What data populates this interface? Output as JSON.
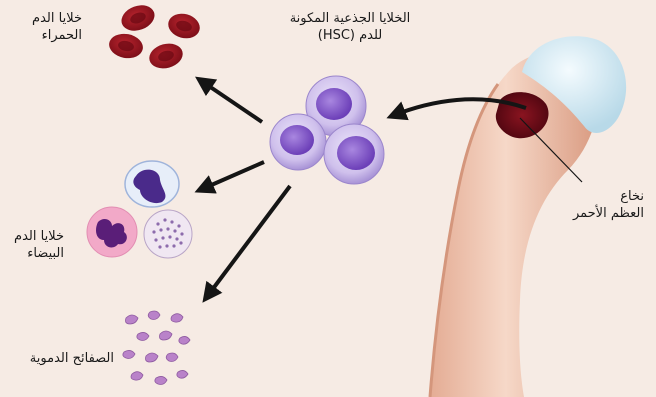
{
  "labels": {
    "hsc": {
      "line1": "الخلايا الجذعية المكونة",
      "line2": "للدم (HSC)"
    },
    "red_blood_cells": {
      "line1": "خلايا الدم",
      "line2": "الحمراء"
    },
    "white_blood_cells": {
      "line1": "خلايا الدم",
      "line2": "البيضاء"
    },
    "platelets": {
      "line1": "الصفائح الدموية"
    },
    "red_marrow": {
      "line1": "نخاع",
      "line2": "العظم الأحمر"
    }
  },
  "colors": {
    "background": "#f6ebe4",
    "bone": "#ecc2ac",
    "bone_shadow": "#c98a6f",
    "cartilage": "#d8eaf2",
    "marrow": "#6e0b17",
    "red_blood_cell": "#9c1420",
    "stem_cell": "#d3c5ee",
    "stem_cell_nucleus": "#7b4ec4",
    "white_cell_nucleus": "#6a2a8c",
    "platelet": "#b982c9",
    "arrow": "#151515"
  }
}
